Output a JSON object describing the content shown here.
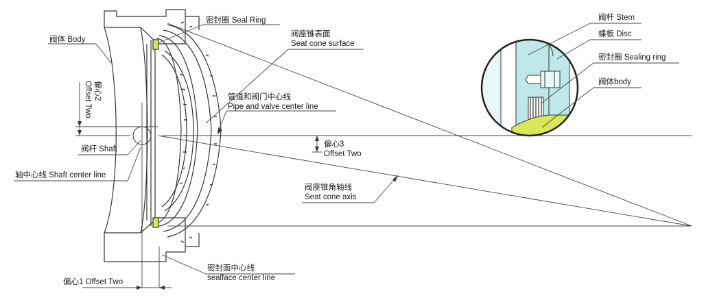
{
  "labels": {
    "body": "阀体 Body",
    "seal_ring": "密封圈 Seal Ring",
    "seat_cone_surface_cn": "阀座锥表面",
    "seat_cone_surface_en": "Seat cone surface",
    "pipe_center_cn": "管道和阀门中心线",
    "pipe_center_en": "Pipe and valve center line",
    "offset2_cn": "偏心2",
    "offset2_en": "Offset Two",
    "shaft": "阀杆 Shaft",
    "offset3_cn": "偏心3",
    "offset3_en": "Offset Two",
    "shaft_center": "轴中心线 Shaft center line",
    "seat_cone_axis_cn": "阀座锥角轴线",
    "seat_cone_axis_en": "Seat cone axis",
    "sealface_center_cn": "密封面中心线",
    "sealface_center_en": "sealface  center line",
    "offset1": "偏心1 Offset Two"
  },
  "detail_labels": {
    "stem": "阀杆 Stem",
    "disc": "蝶板 Disc",
    "sealing_ring": "密封圈 Sealing ring",
    "body": "阀体body"
  },
  "colors": {
    "line": "#333333",
    "cyan_fill": "#bfe8ea",
    "yellow_fill": "#d8e65a",
    "light_fill": "#e9f7f7"
  }
}
